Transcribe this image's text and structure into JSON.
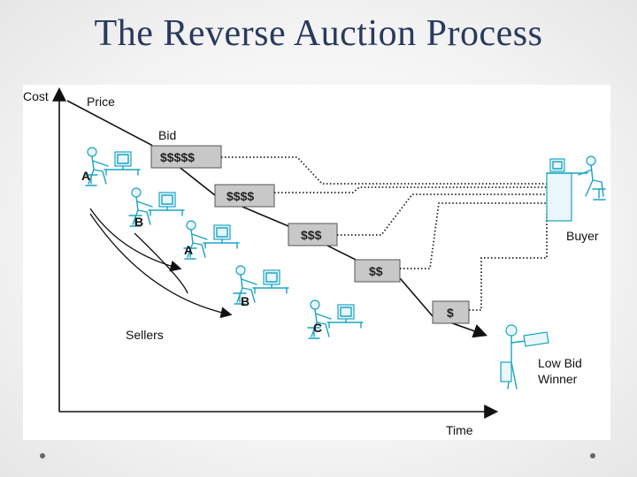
{
  "slide": {
    "title": "The Reverse Auction Process"
  },
  "diagram": {
    "axes": {
      "y_label": "Cost",
      "x_label": "Time"
    },
    "price_label": "Price",
    "bid_label": "Bid",
    "bids": [
      "$$$$$",
      "$$$$",
      "$$$",
      "$$",
      "$"
    ],
    "sellers": [
      "A",
      "B",
      "A",
      "B",
      "C"
    ],
    "sellers_label": "Sellers",
    "buyer_label": "Buyer",
    "winner_label_1": "Low Bid",
    "winner_label_2": "Winner",
    "figure_color": "#1aa3c4",
    "bid_box_color": "#c8c8c8"
  }
}
